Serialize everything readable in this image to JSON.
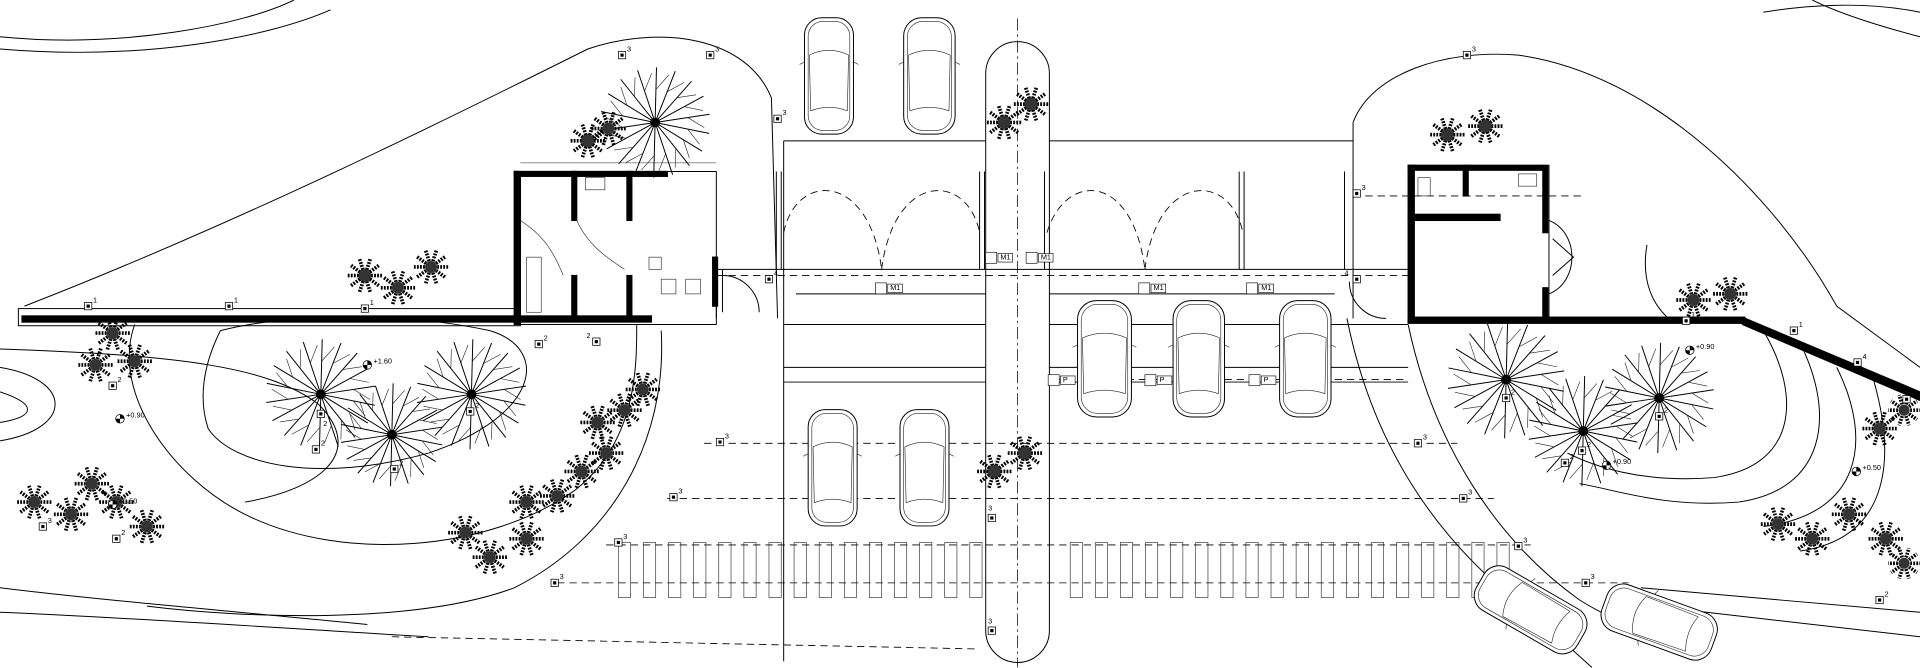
{
  "drawing": {
    "type": "site plan",
    "fixture_labels": {
      "type1": "1",
      "type2": "2",
      "type3": "3",
      "type4": "4"
    },
    "elevation_labels": {
      "e160": "+1.60",
      "e090": "+0.90",
      "e050": "+0.50"
    },
    "sign_labels": {
      "m1": "M1",
      "p": "P"
    }
  }
}
